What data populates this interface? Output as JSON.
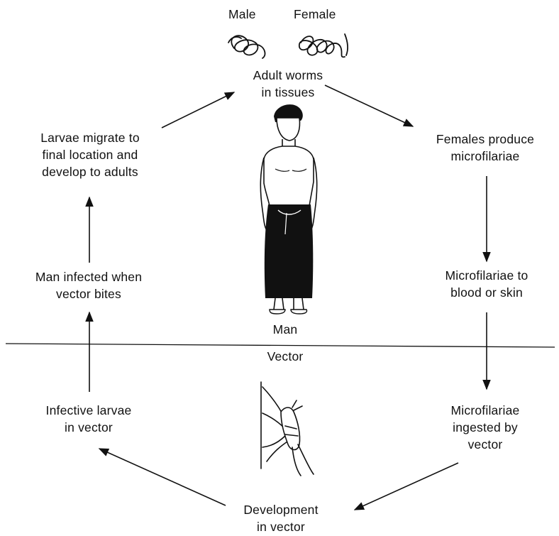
{
  "labels": {
    "male": "Male",
    "female": "Female",
    "adult_worms": [
      "Adult worms",
      "in tissues"
    ],
    "females_produce": [
      "Females produce",
      "microfilariae"
    ],
    "to_blood": [
      "Microfilariae to",
      "blood or skin"
    ],
    "ingested": [
      "Microfilariae",
      "ingested by",
      "vector"
    ],
    "development": [
      "Development",
      "in vector"
    ],
    "infective": [
      "Infective larvae",
      "in vector"
    ],
    "man_infected": [
      "Man infected when",
      "vector bites"
    ],
    "larvae_migrate": [
      "Larvae migrate to",
      "final location and",
      "develop to adults"
    ],
    "man": "Man",
    "vector": "Vector"
  }
}
